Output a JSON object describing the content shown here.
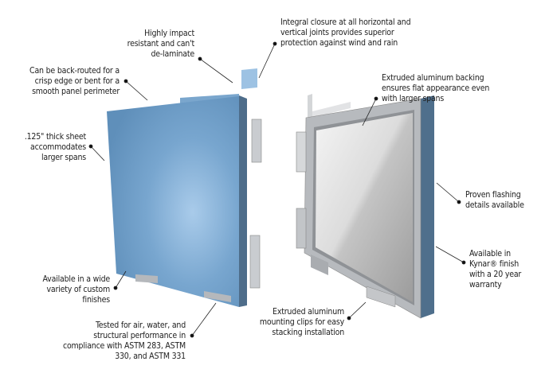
{
  "callouts": {
    "impact": [
      "Highly impact",
      "resistant and can't",
      "de-laminate"
    ],
    "closure": [
      "Integral closure at all horizontal and",
      "vertical joints provides superior",
      "protection against wind and rain"
    ],
    "backrouted": [
      "Can be back-routed for a",
      "crisp edge or bent for a",
      "smooth panel perimeter"
    ],
    "thick": [
      ".125\" thick sheet",
      "accommodates",
      "larger spans"
    ],
    "backing": [
      "Extruded aluminum backing",
      "ensures flat appearance even",
      "with larger spans"
    ],
    "flashing": [
      "Proven flashing",
      "details available"
    ],
    "kynar": [
      "Available in",
      "Kynar® finish",
      "with a 20 year",
      "warranty"
    ],
    "finishes": [
      "Available in a wide",
      "variety of custom",
      "finishes"
    ],
    "tested": [
      "Tested for air, water, and",
      "structural performance in",
      "compliance with ASTM 283, ASTM",
      "330, and ASTM 331"
    ],
    "clips": [
      "Extruded aluminum",
      "mounting clips for easy",
      "stacking installation"
    ]
  },
  "colors": {
    "panel_blue": "#6f9fc8",
    "panel_edge": "#4f6f8c",
    "frame_gray": "#b9bcc0",
    "leader": "#222222"
  }
}
